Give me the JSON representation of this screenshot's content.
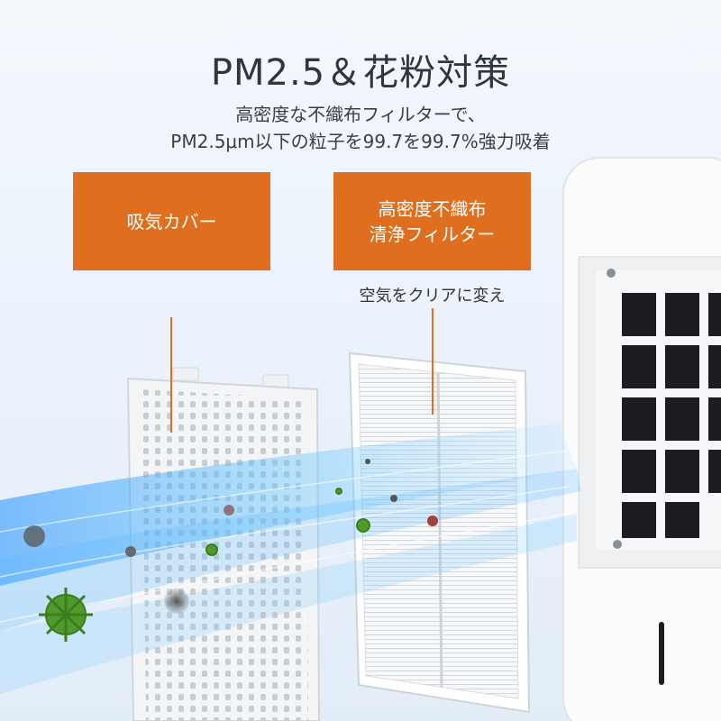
{
  "headline": {
    "title": "PM2.5＆花粉対策",
    "subtitle_line1": "高密度な不織布フィルターで、",
    "subtitle_line2": "PM2.5μm以下の粒子を99.7を99.7%強力吸着"
  },
  "labels": {
    "cover": "吸気カバー",
    "filter_line1": "高密度不織布",
    "filter_line2": "清浄フィルター",
    "filter_caption": "空気をクリアに変え"
  },
  "colors": {
    "accent": "#df6f1f",
    "airflow": "#3fa9f5",
    "virus": "#4e9a2a"
  }
}
